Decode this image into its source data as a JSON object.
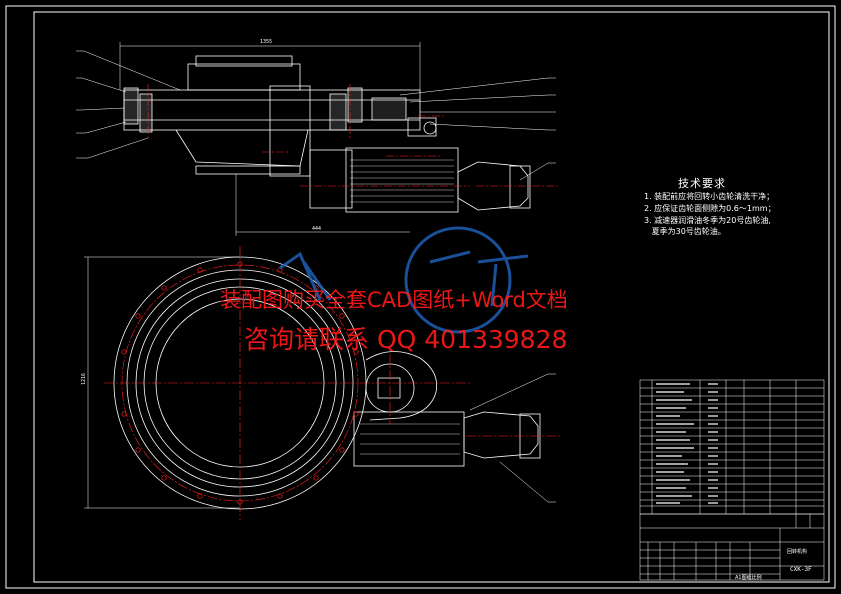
{
  "technical_requirements": {
    "title": "技术要求",
    "items": [
      "1. 装配前应将回转小齿轮清洗干净；",
      "2. 应保证齿轮面侧隙为0.6～1mm；",
      "3. 减速器润滑油冬季为20号齿轮油,",
      "   夏季为30号齿轮油。"
    ]
  },
  "watermark": {
    "line1": "装配图购买全套CAD图纸+Word文档",
    "line2": "咨询请联系  QQ 401339828"
  },
  "dimensions": {
    "top_width": "1355",
    "mid_width": "444",
    "side_height": "1216"
  },
  "title_block": {
    "drawing_name": "回转机构",
    "drawing_number": "CXK-3F",
    "scale_label": "A1图纸比例"
  },
  "colors": {
    "background": "#000000",
    "lines": "#ffffff",
    "centerlines": "#ff2020",
    "watermark_text": "#ff1a1a",
    "logo": "#1e5fb3"
  },
  "icons": {
    "logo": "watermark-logo-icon"
  }
}
